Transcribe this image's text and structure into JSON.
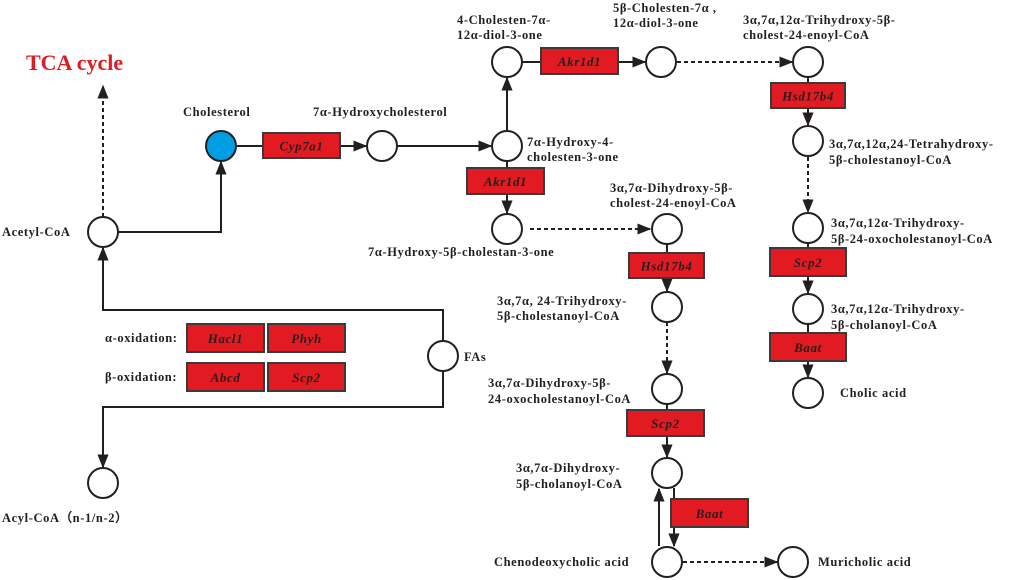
{
  "title": "TCA cycle",
  "colors": {
    "title": "#e21b23",
    "enzyme_fill": "#e21b23",
    "node_fill": "#ffffff",
    "highlight_node_fill": "#009fe3",
    "line": "#231f20"
  },
  "metabolites": {
    "acetyl_coa": "Acetyl-CoA",
    "cholesterol": "Cholesterol",
    "hydroxycholesterol": "7α-Hydroxycholesterol",
    "hydroxy_cholestenone": [
      "7α-Hydroxy-4-",
      "cholesten-3-one"
    ],
    "cholesten_diol": [
      "4-Cholesten-7α-",
      "12α-diol-3-one"
    ],
    "beta_cholesten_diol": [
      "5β-Cholesten-7α ,",
      "12α-diol-3-one"
    ],
    "trihydroxy_enoyl": [
      "3α,7α,12α-Trihydroxy-5β-",
      "cholest-24-enoyl-CoA"
    ],
    "tetrahydroxy": [
      "3α,7α,12α,24-Tetrahydroxy-",
      "5β-cholestanoyl-CoA"
    ],
    "trihydroxy_oxo": [
      "3α,7α,12α-Trihydroxy-",
      "5β-24-oxocholestanoyl-CoA"
    ],
    "trihydroxy_cholanoyl": [
      "3α,7α,12α-Trihydroxy-",
      "5β-cholanoyl-CoA"
    ],
    "cholic_acid": "Cholic acid",
    "hydroxy_cholestanone": "7α-Hydroxy-5β-cholestan-3-one",
    "dihydroxy_enoyl": [
      "3α,7α-Dihydroxy-5β-",
      "cholest-24-enoyl-CoA"
    ],
    "trihydroxy_24": [
      "3α,7α, 24-Trihydroxy-",
      "5β-cholestanoyl-CoA"
    ],
    "dihydroxy_oxo": [
      "3α,7α-Dihydroxy-5β-",
      "24-oxocholestanoyl-CoA"
    ],
    "dihydroxy_cholanoyl": [
      "3α,7α-Dihydroxy-",
      "5β-cholanoyl-CoA"
    ],
    "chenodeoxycholic_acid": "Chenodeoxycholic acid",
    "muricholic_acid": "Muricholic acid",
    "fas": "FAs",
    "acyl_coa": "Acyl-CoA（n-1/n-2）"
  },
  "oxidation": {
    "alpha_label": "α-oxidation:",
    "beta_label": "β-oxidation:",
    "alpha_enzymes": [
      "Hacl1",
      "Phyh"
    ],
    "beta_enzymes": [
      "Abcd",
      "Scp2"
    ]
  },
  "enzymes": {
    "cyp7a1": "Cyp7a1",
    "akr1d1_top": "Akr1d1",
    "akr1d1_mid": "Akr1d1",
    "hsd17b4_right": "Hsd17b4",
    "scp2_right": "Scp2",
    "baat_right": "Baat",
    "hsd17b4_mid": "Hsd17b4",
    "scp2_mid": "Scp2",
    "baat_mid": "Baat"
  }
}
